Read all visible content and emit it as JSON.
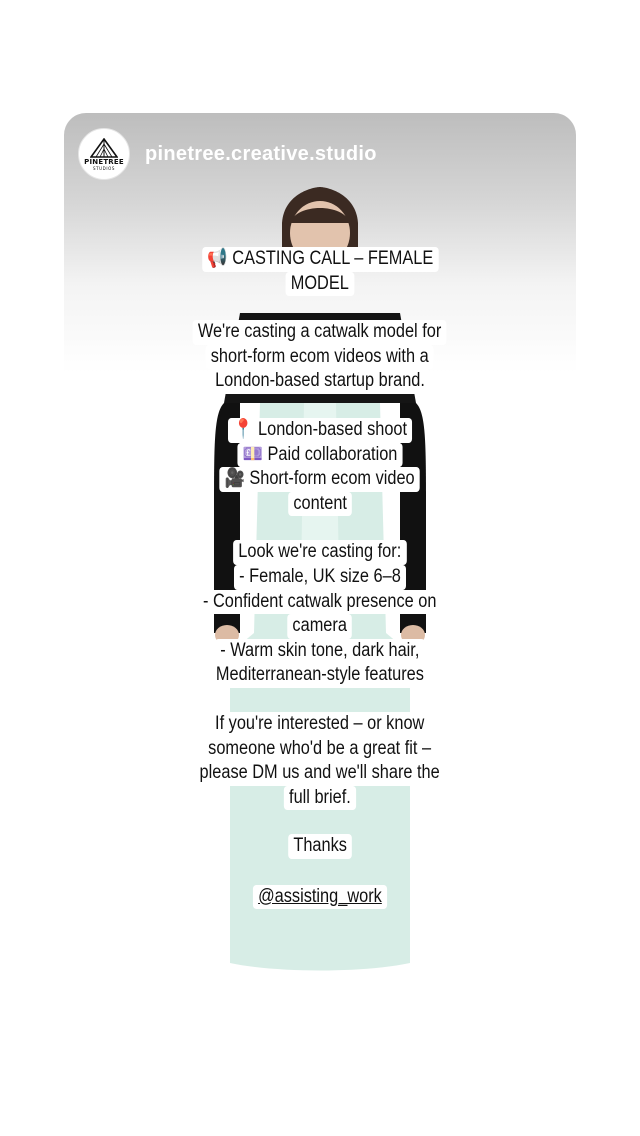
{
  "story": {
    "username": "pinetree.creative.studio",
    "avatar": {
      "logo_text": "PINETREE",
      "logo_subtext": "STUDIOS",
      "icon": "tent-logo-icon"
    }
  },
  "post": {
    "blocks": [
      {
        "lines": [
          "📢 CASTING CALL – FEMALE",
          "MODEL"
        ]
      },
      {
        "lines": [
          "We're casting a catwalk model for",
          "short-form ecom videos with a",
          "London-based startup brand."
        ]
      },
      {
        "lines": [
          "📍 London-based shoot",
          "💷 Paid collaboration",
          "🎥 Short-form ecom video",
          "content"
        ]
      },
      {
        "lines": [
          "Look we're casting for:",
          "- Female, UK size 6–8",
          "- Confident catwalk presence on",
          "camera",
          "- Warm skin tone, dark hair,",
          "Mediterranean-style features"
        ]
      },
      {
        "lines": [
          "If you're interested – or know",
          "someone who'd be a great fit –",
          "please DM us and we'll share the",
          "full brief."
        ]
      },
      {
        "lines": [
          "Thanks"
        ]
      }
    ],
    "mention": "@assisting_work"
  }
}
